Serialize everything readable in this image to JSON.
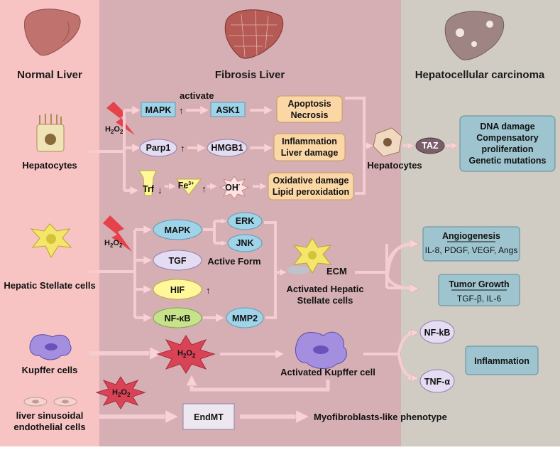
{
  "columns": {
    "normal": "Normal Liver",
    "fibrosis": "Fibrosis Liver",
    "hcc": "Hepatocellular carcinoma"
  },
  "h2o2": {
    "base": "H",
    "sub": "2",
    "mid": "O",
    "sub2": "2"
  },
  "hepatocytes": {
    "cell_label": "Hepatocytes",
    "mapk": "MAPK",
    "activate": "activate",
    "ask1": "ASK1",
    "apoptosis": [
      "Apoptosis",
      "Necrosis"
    ],
    "parp1": "Parp1",
    "hmgb1": "HMGB1",
    "inflammation": [
      "Inflammation",
      "Liver damage"
    ],
    "trf": "Trf",
    "fe": "Fe",
    "fe_sup": "3+",
    "oh": "OH",
    "oh_sup": "·",
    "oxidative": [
      "Oxidative damage",
      "Lipid peroxidation"
    ],
    "hepatocytes_mid": "Hepatocytes",
    "taz": "TAZ",
    "outcomes": [
      "DNA damage",
      "Compensatory",
      "proliferation",
      "Genetic mutations"
    ]
  },
  "stellate": {
    "cell_label": "Hepatic Stellate cells",
    "mapk": "MAPK",
    "erk": "ERK",
    "jnk": "JNK",
    "tgf": "TGF",
    "active_form": "Active Form",
    "hif": "HIF",
    "nfkb": "NF-κB",
    "mmp2": "MMP2",
    "ecm": "ECM",
    "activated": [
      "Activated Hepatic",
      "Stellate cells"
    ],
    "angiogenesis_title": "Angiogenesis",
    "angiogenesis_body": "IL-8, PDGF, VEGF, Angs",
    "tumor_title": "Tumor Growth",
    "tumor_body": "TGF-β, IL-6"
  },
  "kupffer": {
    "cell_label": "Kupffer cells",
    "activated": "Activated Kupffer cell",
    "nfkb": "NF-kB",
    "tnfa": "TNF-α",
    "inflammation": "Inflammation"
  },
  "lsec": {
    "cell_label": [
      "liver sinusoidal",
      "endothelial cells"
    ],
    "endmt": "EndMT",
    "myofibroblast": "Myofibroblasts-like phenotype"
  },
  "colors": {
    "normal_bg": "#f7c3c3",
    "fibrosis_bg": "#d6afb4",
    "hcc_bg": "#d0ccc3",
    "blue_box": "#9fd3e8",
    "orange_box": "#fbd7a6",
    "teal_box": "#9ec5cf",
    "purple": "#e4dcf2",
    "yellow": "#fff79a",
    "green": "#c6e28a",
    "red_bolt": "#e6424c",
    "arrow": "#f5ccd2"
  }
}
